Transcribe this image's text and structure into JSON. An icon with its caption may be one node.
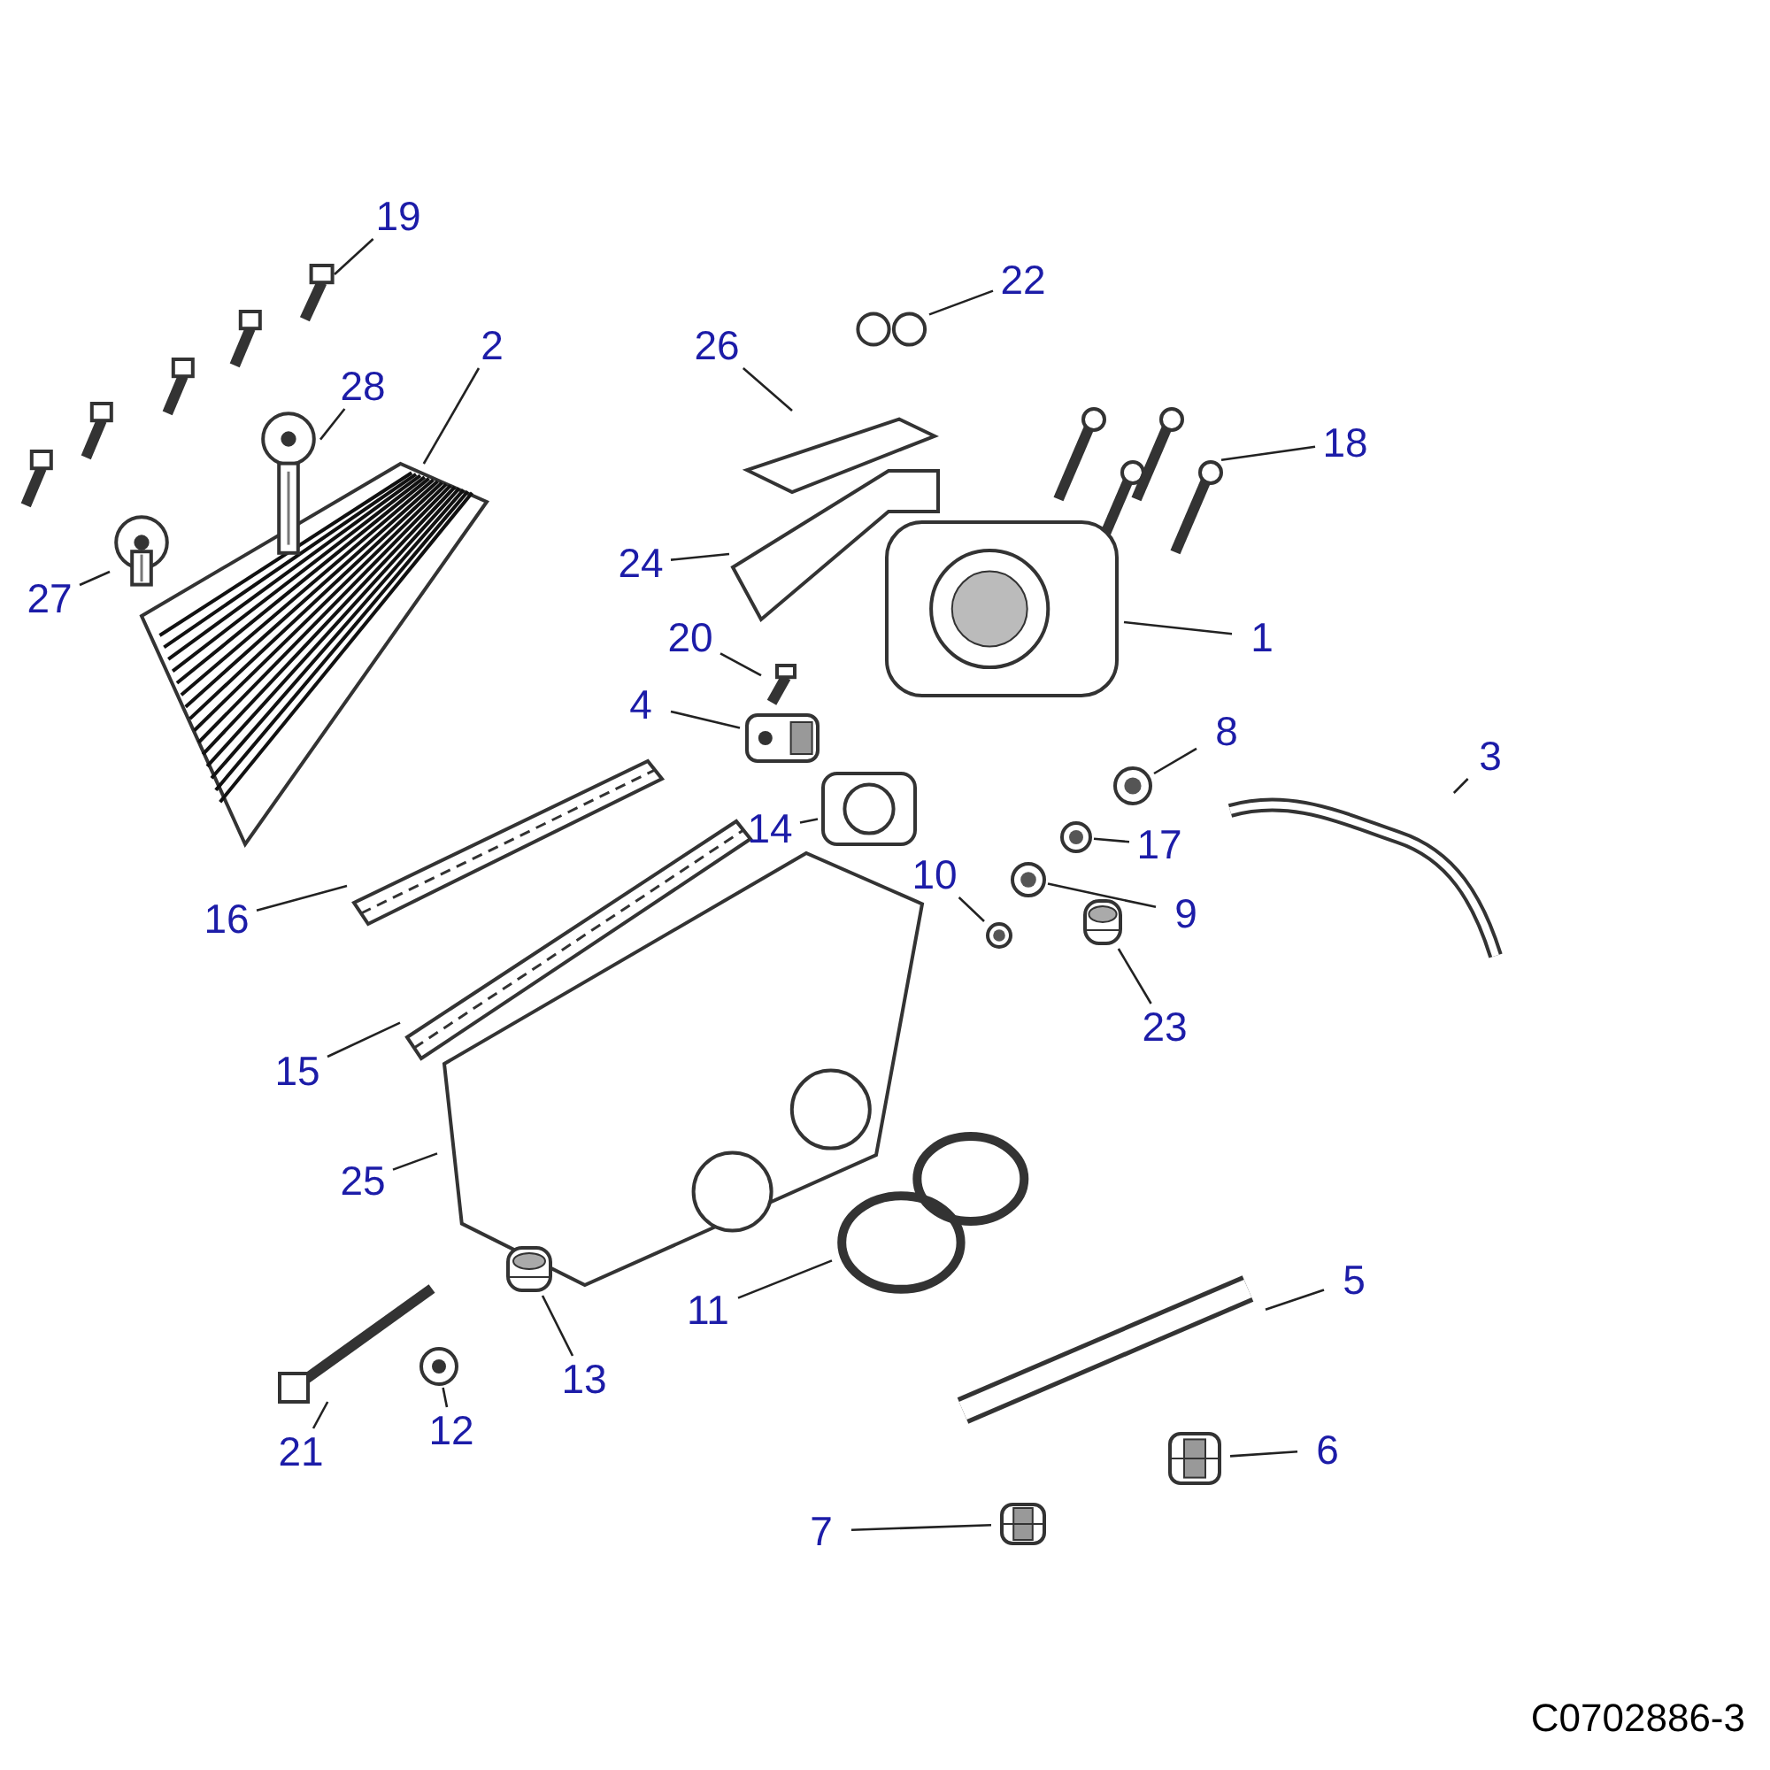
{
  "diagram": {
    "nodes": [
      {
        "text": [
          "19"
        ]
      },
      {
        "text": [],
        "shape": "picture"
      },
      {
        "text": [
          "22"
        ]
      },
      {
        "text": [],
        "shape": "picture"
      },
      {
        "text": [
          "2"
        ]
      },
      {
        "text": [],
        "shape": "picture"
      },
      {
        "text": [
          "26"
        ]
      },
      {
        "text": [],
        "shape": "picture"
      },
      {
        "text": [
          "28"
        ]
      },
      {
        "text": [],
        "shape": "picture"
      },
      {
        "text": [
          "18"
        ]
      },
      {
        "text": [],
        "shape": "picture"
      },
      {
        "text": [
          "24"
        ]
      },
      {
        "text": [],
        "shape": "picture"
      },
      {
        "text": [
          "27"
        ]
      },
      {
        "text": [],
        "shape": "picture"
      },
      {
        "text": [
          "1"
        ]
      },
      {
        "text": [],
        "shape": "picture"
      },
      {
        "text": [
          "20"
        ]
      },
      {
        "text": [],
        "shape": "picture"
      },
      {
        "text": [
          "4"
        ]
      },
      {
        "text": [],
        "shape": "picture"
      },
      {
        "text": [
          "8"
        ]
      },
      {
        "text": [],
        "shape": "picture"
      },
      {
        "text": [
          "3"
        ]
      },
      {
        "text": [],
        "shape": "picture"
      },
      {
        "text": [
          "14"
        ]
      },
      {
        "text": [],
        "shape": "picture"
      },
      {
        "text": [
          "17"
        ]
      },
      {
        "text": [],
        "shape": "picture"
      },
      {
        "text": [
          "10"
        ]
      },
      {
        "text": [],
        "shape": "picture"
      },
      {
        "text": [
          "9"
        ]
      },
      {
        "text": [],
        "shape": "picture"
      },
      {
        "text": [
          "16"
        ]
      },
      {
        "text": [],
        "shape": "picture"
      },
      {
        "text": [
          "23"
        ]
      },
      {
        "text": [],
        "shape": "picture"
      },
      {
        "text": [
          "15"
        ]
      },
      {
        "text": [],
        "shape": "picture"
      },
      {
        "text": [
          "25"
        ]
      },
      {
        "text": [],
        "shape": "picture"
      },
      {
        "text": [
          "5"
        ]
      },
      {
        "text": [],
        "shape": "picture"
      },
      {
        "text": [
          "11"
        ]
      },
      {
        "text": [],
        "shape": "picture"
      },
      {
        "text": [
          "13"
        ]
      },
      {
        "text": [],
        "shape": "picture"
      },
      {
        "text": [
          "12"
        ]
      },
      {
        "text": [],
        "shape": "picture"
      },
      {
        "text": [
          "21"
        ]
      },
      {
        "text": [],
        "shape": "picture"
      },
      {
        "text": [
          "6"
        ]
      },
      {
        "text": [],
        "shape": "picture"
      },
      {
        "text": [
          "7"
        ]
      },
      {
        "text": [],
        "shape": "picture"
      }
    ],
    "edges": [
      {
        "from": 0,
        "to": 1,
        "arrow": "none"
      },
      {
        "from": 2,
        "to": 3,
        "arrow": "none"
      },
      {
        "from": 4,
        "to": 5,
        "arrow": "none"
      },
      {
        "from": 6,
        "to": 7,
        "arrow": "none"
      },
      {
        "from": 8,
        "to": 9,
        "arrow": "none"
      },
      {
        "from": 10,
        "to": 11,
        "arrow": "none"
      },
      {
        "from": 12,
        "to": 13,
        "arrow": "none"
      },
      {
        "from": 14,
        "to": 15,
        "arrow": "none"
      },
      {
        "from": 16,
        "to": 17,
        "arrow": "none"
      },
      {
        "from": 18,
        "to": 19,
        "arrow": "none"
      },
      {
        "from": 20,
        "to": 21,
        "arrow": "none"
      },
      {
        "from": 22,
        "to": 23,
        "arrow": "none"
      },
      {
        "from": 24,
        "to": 25,
        "arrow": "none"
      },
      {
        "from": 26,
        "to": 27,
        "arrow": "none"
      },
      {
        "from": 28,
        "to": 29,
        "arrow": "none"
      },
      {
        "from": 30,
        "to": 31,
        "arrow": "none"
      },
      {
        "from": 32,
        "to": 33,
        "arrow": "none"
      },
      {
        "from": 34,
        "to": 35,
        "arrow": "none"
      },
      {
        "from": 36,
        "to": 37,
        "arrow": "none"
      },
      {
        "from": 38,
        "to": 39,
        "arrow": "none"
      },
      {
        "from": 40,
        "to": 41,
        "arrow": "none"
      },
      {
        "from": 42,
        "to": 43,
        "arrow": "none"
      },
      {
        "from": 44,
        "to": 45,
        "arrow": "none"
      },
      {
        "from": 46,
        "to": 47,
        "arrow": "none"
      },
      {
        "from": 48,
        "to": 49,
        "arrow": "none"
      },
      {
        "from": 50,
        "to": 51,
        "arrow": "none"
      },
      {
        "from": 52,
        "to": 53,
        "arrow": "none"
      },
      {
        "from": 54,
        "to": 55,
        "arrow": "none"
      }
    ],
    "labels": [
      "C0702886-3"
    ]
  }
}
